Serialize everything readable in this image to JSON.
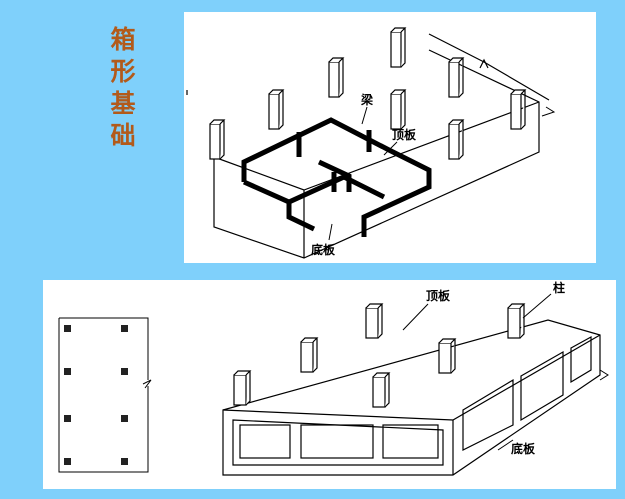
{
  "title_chars": [
    "箱",
    "形",
    "基",
    "础"
  ],
  "top_diagram": {
    "beam_label": "梁",
    "top_slab_label": "顶板",
    "bottom_slab_label": "底板"
  },
  "bottom_diagram": {
    "top_slab_label": "顶板",
    "column_label": "柱",
    "bottom_slab_label": "底板"
  }
}
